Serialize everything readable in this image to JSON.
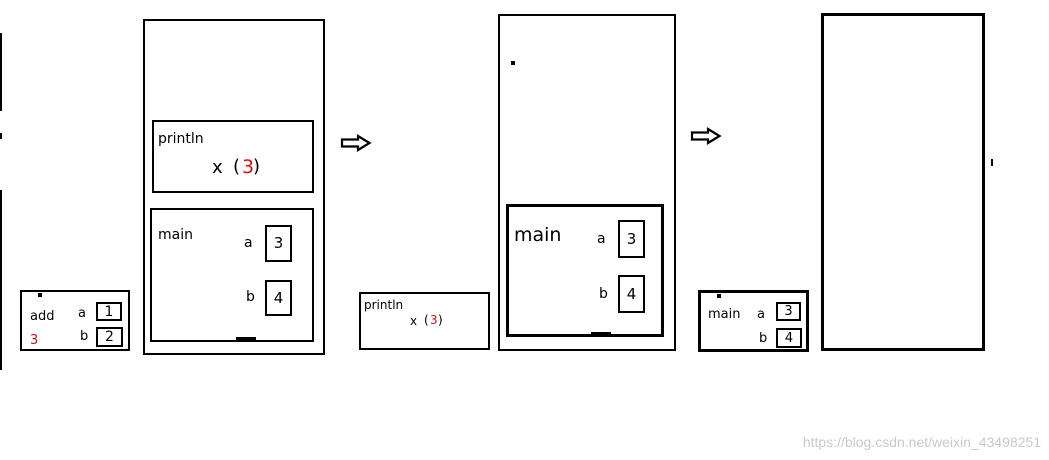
{
  "frames": {
    "add": {
      "title": "add",
      "return_value": "3",
      "params": [
        {
          "name": "a",
          "value": "1"
        },
        {
          "name": "b",
          "value": "2"
        }
      ]
    },
    "stack1": {
      "println": {
        "title": "println",
        "var": "x",
        "value": "3"
      },
      "main": {
        "title": "main",
        "vars": [
          {
            "name": "a",
            "value": "3"
          },
          {
            "name": "b",
            "value": "4"
          }
        ]
      }
    },
    "println_popped": {
      "title": "println",
      "var": "x",
      "value": "3"
    },
    "stack2": {
      "main": {
        "title": "main",
        "vars": [
          {
            "name": "a",
            "value": "3"
          },
          {
            "name": "b",
            "value": "4"
          }
        ]
      }
    },
    "main_popped": {
      "title": "main",
      "vars": [
        {
          "name": "a",
          "value": "3"
        },
        {
          "name": "b",
          "value": "4"
        }
      ]
    }
  },
  "watermark": "https://blog.csdn.net/weixin_43498251"
}
